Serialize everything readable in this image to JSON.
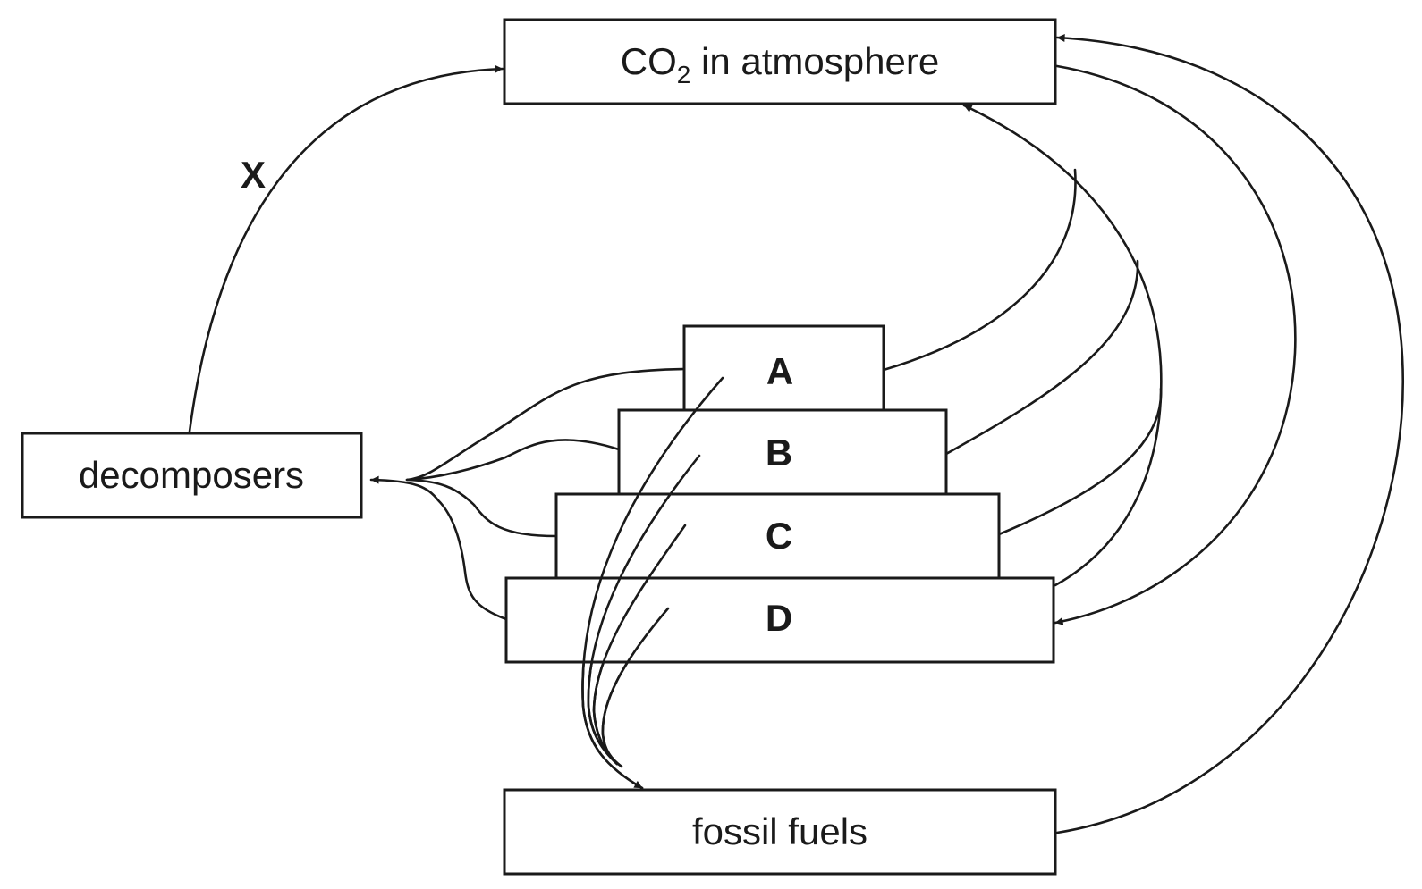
{
  "colors": {
    "stroke": "#1a1a1a",
    "background": "#ffffff"
  },
  "nodes": {
    "co2": {
      "main": "CO",
      "sub": "2",
      "rest": " in atmosphere"
    },
    "decomposers": {
      "label": "decomposers"
    },
    "fossil_fuels": {
      "label": "fossil fuels"
    },
    "level_a": {
      "label": "A"
    },
    "level_b": {
      "label": "B"
    },
    "level_c": {
      "label": "C"
    },
    "level_d": {
      "label": "D"
    }
  },
  "annotations": {
    "x_label": "X"
  }
}
